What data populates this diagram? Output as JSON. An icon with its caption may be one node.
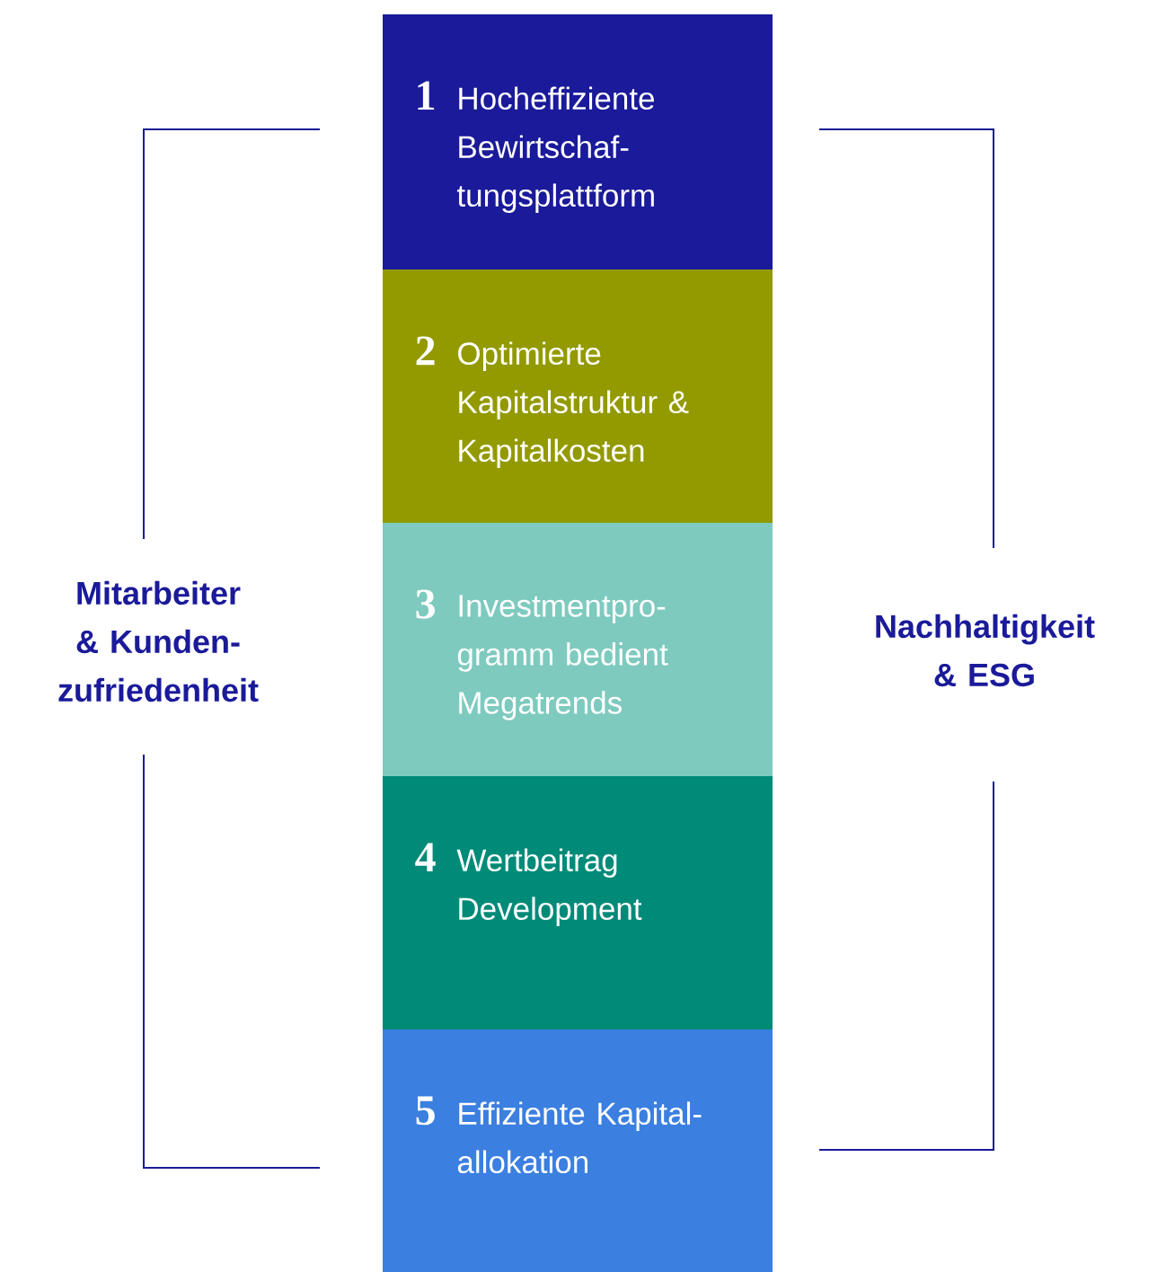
{
  "diagram": {
    "nodes": [
      {
        "text": [
          "1",
          "Hocheffiziente Bewirtschaf- tungsplattform"
        ]
      },
      {
        "text": [
          "2",
          "Optimierte Kapitalstruktur & Kapitalkosten"
        ]
      },
      {
        "text": [
          "3",
          "Investmentpro- gramm bedient Megatrends"
        ]
      },
      {
        "text": [
          "4",
          "Wertbeitrag Development"
        ]
      },
      {
        "text": [
          "5",
          "Effiziente Kapital- allokation"
        ]
      }
    ],
    "labels": [
      "Mitarbeiter & Kunden- zufriedenheit",
      "Nachhaltigkeit & ESG"
    ]
  }
}
